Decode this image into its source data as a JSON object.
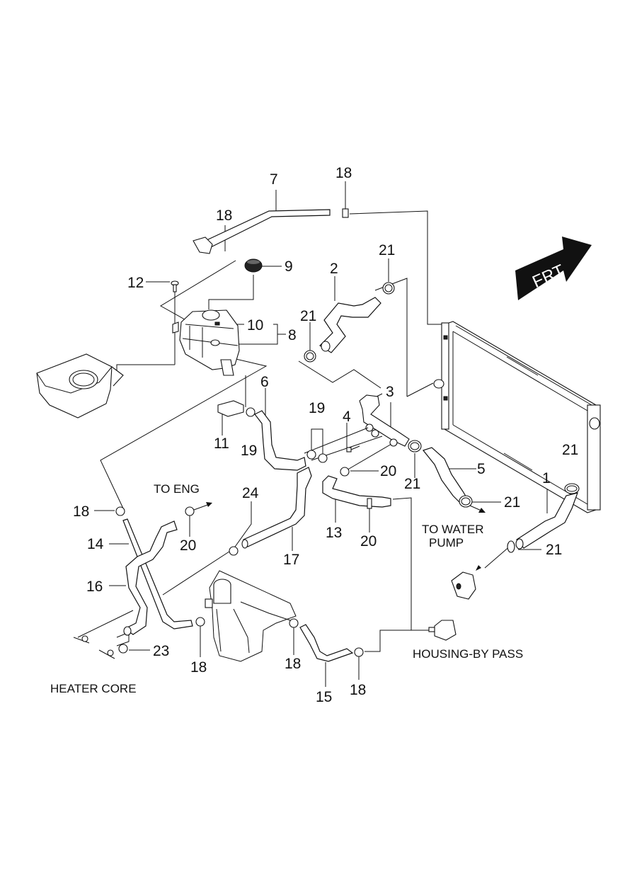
{
  "diagram": {
    "title": "Cooling system hoses, radiator and surge tank exploded view",
    "direction_marker": "FRT",
    "callouts": [
      {
        "id": "c7",
        "number": "7"
      },
      {
        "id": "c18a",
        "number": "18"
      },
      {
        "id": "c18b",
        "number": "18"
      },
      {
        "id": "c9",
        "number": "9"
      },
      {
        "id": "c12",
        "number": "12"
      },
      {
        "id": "c2",
        "number": "2"
      },
      {
        "id": "c21a",
        "number": "21"
      },
      {
        "id": "c21b",
        "number": "21"
      },
      {
        "id": "c10",
        "number": "10"
      },
      {
        "id": "c8",
        "number": "8"
      },
      {
        "id": "c6",
        "number": "6"
      },
      {
        "id": "c3",
        "number": "3"
      },
      {
        "id": "c19a",
        "number": "19"
      },
      {
        "id": "c4",
        "number": "4"
      },
      {
        "id": "c11",
        "number": "11"
      },
      {
        "id": "c19b",
        "number": "19"
      },
      {
        "id": "c21c",
        "number": "21"
      },
      {
        "id": "c20a",
        "number": "20"
      },
      {
        "id": "c5",
        "number": "5"
      },
      {
        "id": "c21d",
        "number": "21"
      },
      {
        "id": "c1",
        "number": "1"
      },
      {
        "id": "c21e",
        "number": "21"
      },
      {
        "id": "c24",
        "number": "24"
      },
      {
        "id": "c18c",
        "number": "18"
      },
      {
        "id": "c14",
        "number": "14"
      },
      {
        "id": "c20b",
        "number": "20"
      },
      {
        "id": "c13",
        "number": "13"
      },
      {
        "id": "c20c",
        "number": "20"
      },
      {
        "id": "c17",
        "number": "17"
      },
      {
        "id": "c21f",
        "number": "21"
      },
      {
        "id": "c16",
        "number": "16"
      },
      {
        "id": "c23",
        "number": "23"
      },
      {
        "id": "c18d",
        "number": "18"
      },
      {
        "id": "c18e",
        "number": "18"
      },
      {
        "id": "c15",
        "number": "15"
      },
      {
        "id": "c18f",
        "number": "18"
      }
    ],
    "notes": {
      "to_eng": "TO ENG",
      "to_water_pump_line1": "TO WATER",
      "to_water_pump_line2": "PUMP",
      "housing_bypass": "HOUSING-BY PASS",
      "heater_core": "HEATER CORE"
    }
  }
}
